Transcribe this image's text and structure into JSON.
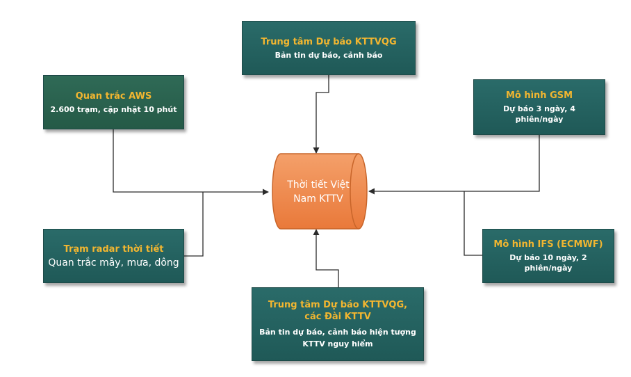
{
  "colors": {
    "box_fill_teal": "#226260",
    "box_fill_green": "#2c634f",
    "title_text": "#f2b630",
    "body_text": "#ffffff",
    "center_fill": "#f08a4b",
    "center_stroke": "#c8652a",
    "connector": "#2b2b2b"
  },
  "center": {
    "line1": "Thời tiết Việt",
    "line2": "Nam KTTV"
  },
  "nodes": {
    "top": {
      "title": "Trung tâm Dự báo KTTVQG",
      "subtitle": "Bản tin dự báo, cảnh báo"
    },
    "aws": {
      "title": "Quan trắc AWS",
      "subtitle": "2.600 trạm, cập nhật 10 phút"
    },
    "gsm": {
      "title": "Mô hình GSM",
      "subtitle": "Dự báo 3 ngày, 4 phiên/ngày"
    },
    "radar": {
      "title": "Trạm radar thời tiết",
      "subtitle": "Quan trắc mây, mưa, dông"
    },
    "ifs": {
      "title": "Mô hình IFS (ECMWF)",
      "subtitle": "Dự báo 10 ngày, 2 phiên/ngày"
    },
    "bottom": {
      "title_line1": "Trung tâm Dự báo KTTVQG,",
      "title_line2": "các Đài KTTV",
      "subtitle_line1": "Bản tin dự báo, cảnh báo hiện tượng",
      "subtitle_line2": "KTTV nguy hiểm"
    }
  }
}
